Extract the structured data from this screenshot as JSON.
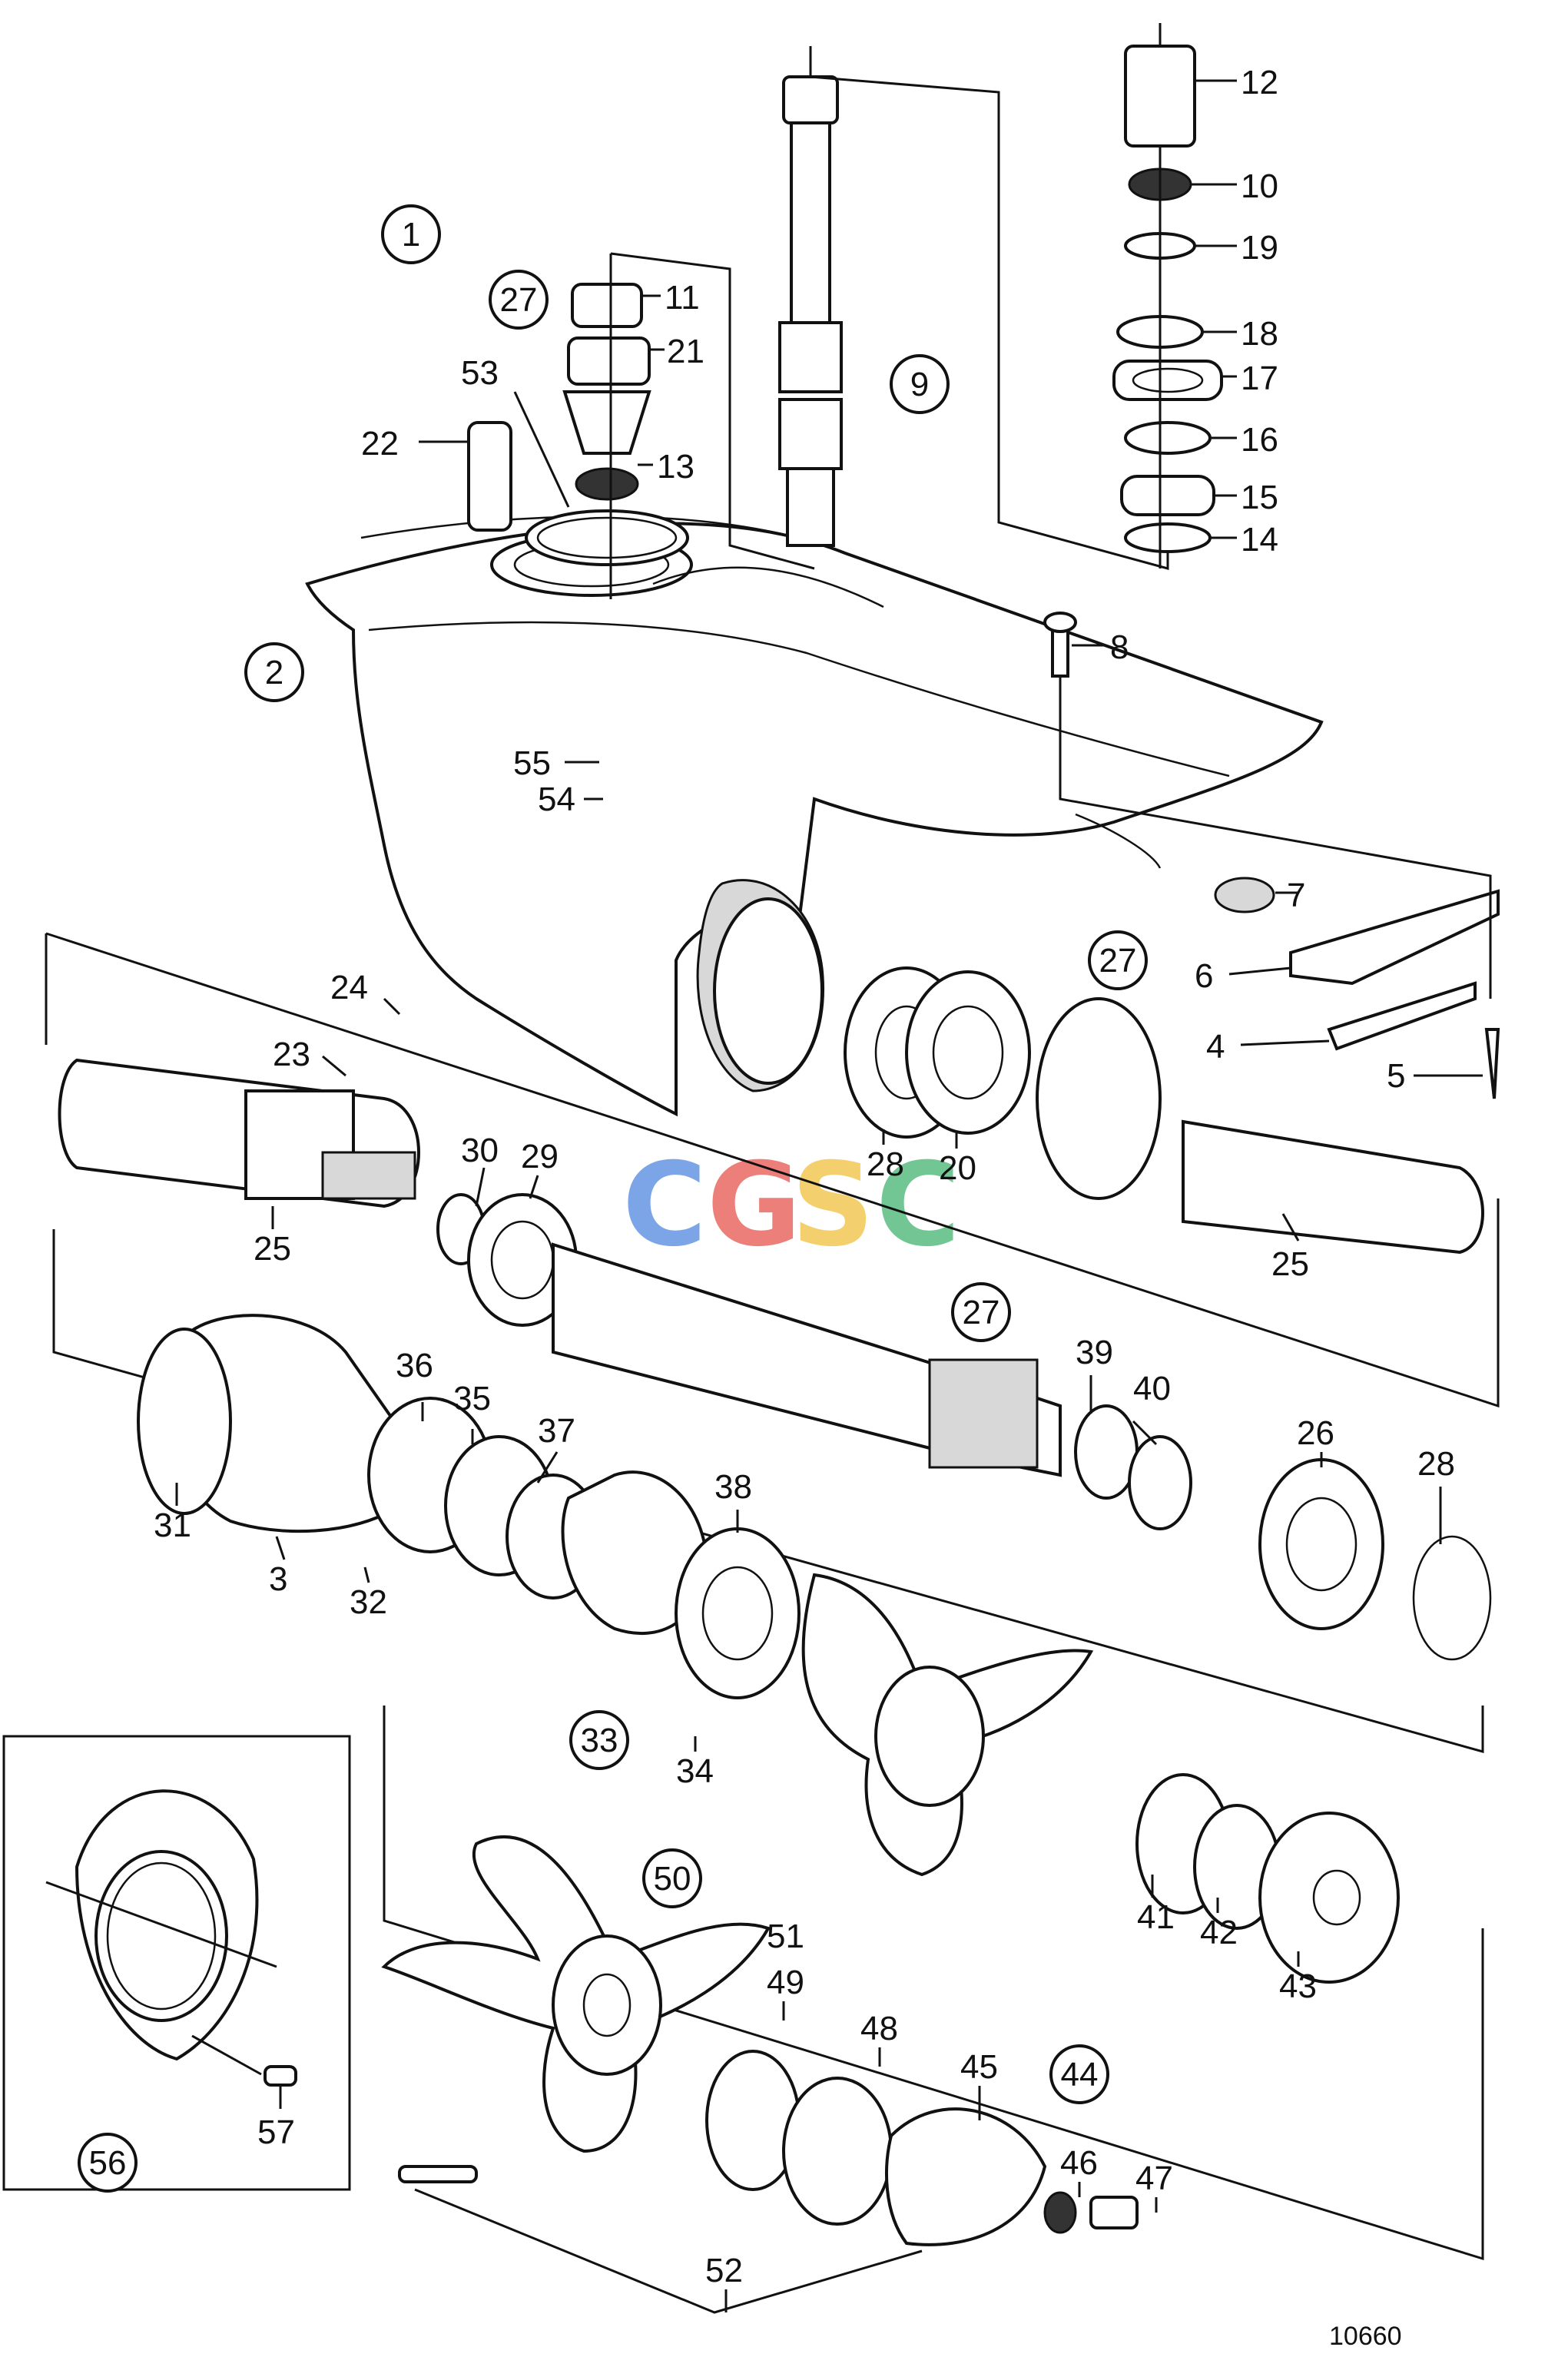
{
  "watermark": {
    "letters": [
      "C",
      "G",
      "S",
      "C"
    ],
    "colors": [
      "#5b8fe0",
      "#e8605a",
      "#f2c44a",
      "#4fb87a"
    ]
  },
  "drawing_number": "10660",
  "callouts_circled": [
    "1",
    "2",
    "9",
    "27",
    "27",
    "27",
    "33",
    "44",
    "50",
    "56"
  ],
  "part_labels": [
    "12",
    "10",
    "19",
    "18",
    "17",
    "16",
    "15",
    "14",
    "11",
    "21",
    "53",
    "22",
    "13",
    "8",
    "55",
    "54",
    "7",
    "6",
    "4",
    "5",
    "24",
    "23",
    "30",
    "29",
    "28",
    "20",
    "25",
    "25",
    "39",
    "40",
    "26",
    "28",
    "36",
    "35",
    "37",
    "38",
    "31",
    "3",
    "32",
    "34",
    "41",
    "42",
    "43",
    "51",
    "49",
    "48",
    "45",
    "46",
    "47",
    "52",
    "57"
  ]
}
